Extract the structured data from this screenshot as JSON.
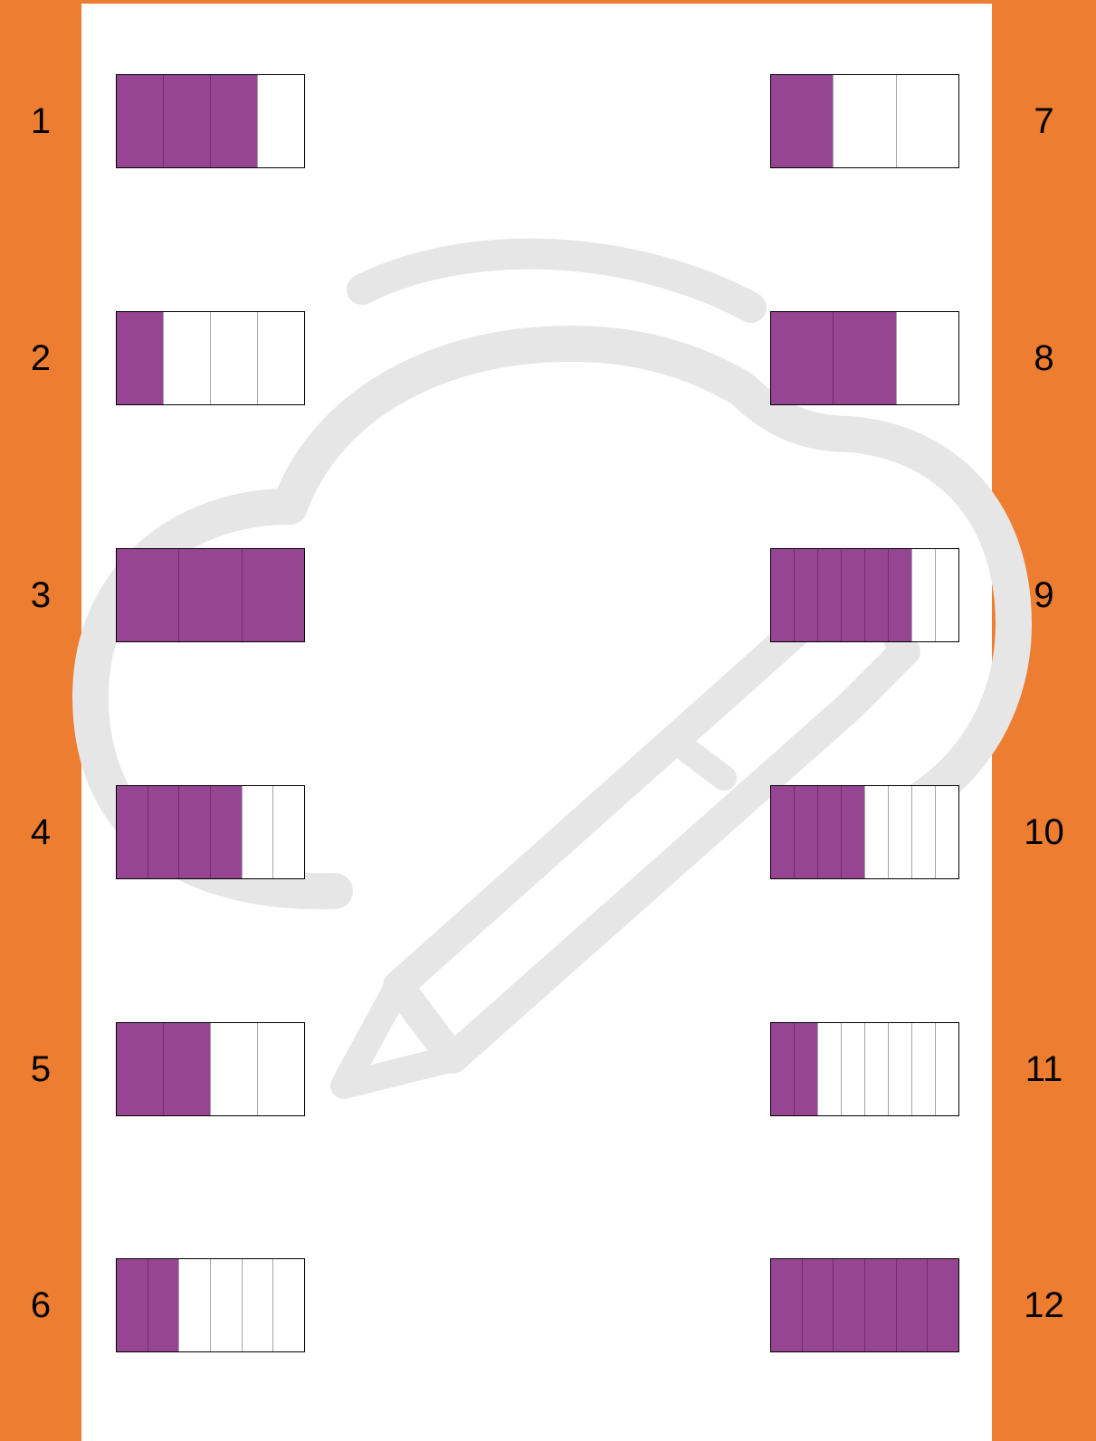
{
  "colors": {
    "strip": "#ED7D31",
    "shaded": "#954592",
    "empty": "#FFFFFF",
    "watermark": "#E6E6E6"
  },
  "watermark_icon": "cloud-pen-watermark-icon",
  "items": [
    {
      "number": "1",
      "parts": 4,
      "shaded": 3
    },
    {
      "number": "2",
      "parts": 4,
      "shaded": 1
    },
    {
      "number": "3",
      "parts": 3,
      "shaded": 3
    },
    {
      "number": "4",
      "parts": 6,
      "shaded": 4
    },
    {
      "number": "5",
      "parts": 4,
      "shaded": 2
    },
    {
      "number": "6",
      "parts": 6,
      "shaded": 2
    },
    {
      "number": "7",
      "parts": 3,
      "shaded": 1
    },
    {
      "number": "8",
      "parts": 3,
      "shaded": 2
    },
    {
      "number": "9",
      "parts": 8,
      "shaded": 6
    },
    {
      "number": "10",
      "parts": 8,
      "shaded": 4
    },
    {
      "number": "11",
      "parts": 8,
      "shaded": 2
    },
    {
      "number": "12",
      "parts": 6,
      "shaded": 6
    }
  ]
}
